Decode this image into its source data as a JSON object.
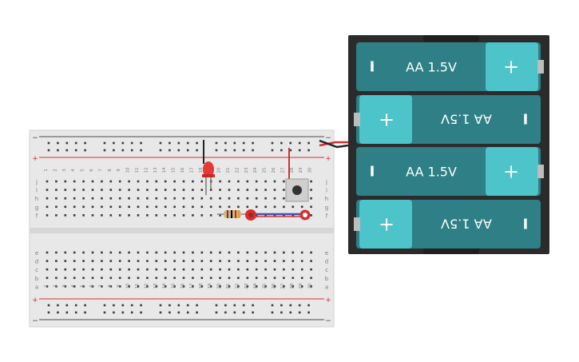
{
  "breadboard": {
    "columns": 30,
    "rows_top": [
      "j",
      "i",
      "h",
      "g",
      "f"
    ],
    "rows_bottom": [
      "e",
      "d",
      "c",
      "b",
      "a"
    ],
    "rail_minus": "−",
    "rail_plus": "+",
    "colors": {
      "body": "#e8e8e8",
      "rail_red": "#d32f2f",
      "rail_dark": "#4a4a4a",
      "hole": "#3a3a3a",
      "label": "#7a7a7a"
    }
  },
  "battery_pack": {
    "cells": [
      {
        "label": "AA 1.5V",
        "plus": "+",
        "minus": "I",
        "flipped": false
      },
      {
        "label": "AA 1.5V",
        "plus": "+",
        "minus": "I",
        "flipped": true
      },
      {
        "label": "AA 1.5V",
        "plus": "+",
        "minus": "I",
        "flipped": false
      },
      {
        "label": "AA 1.5V",
        "plus": "+",
        "minus": "I",
        "flipped": true
      }
    ],
    "colors": {
      "holder": "#2b2b2b",
      "cell": "#2e7f86",
      "cap": "#4cc4c9",
      "text": "#ffffff"
    }
  },
  "components": {
    "led": {
      "color": "#e53935"
    },
    "resistor": {
      "color": "#d9b37a"
    },
    "pushbutton": {
      "color": "#cfcfcf"
    },
    "wire_colors": {
      "red": "#d32f2f",
      "black": "#222222",
      "blue": "#3f51b5"
    }
  }
}
